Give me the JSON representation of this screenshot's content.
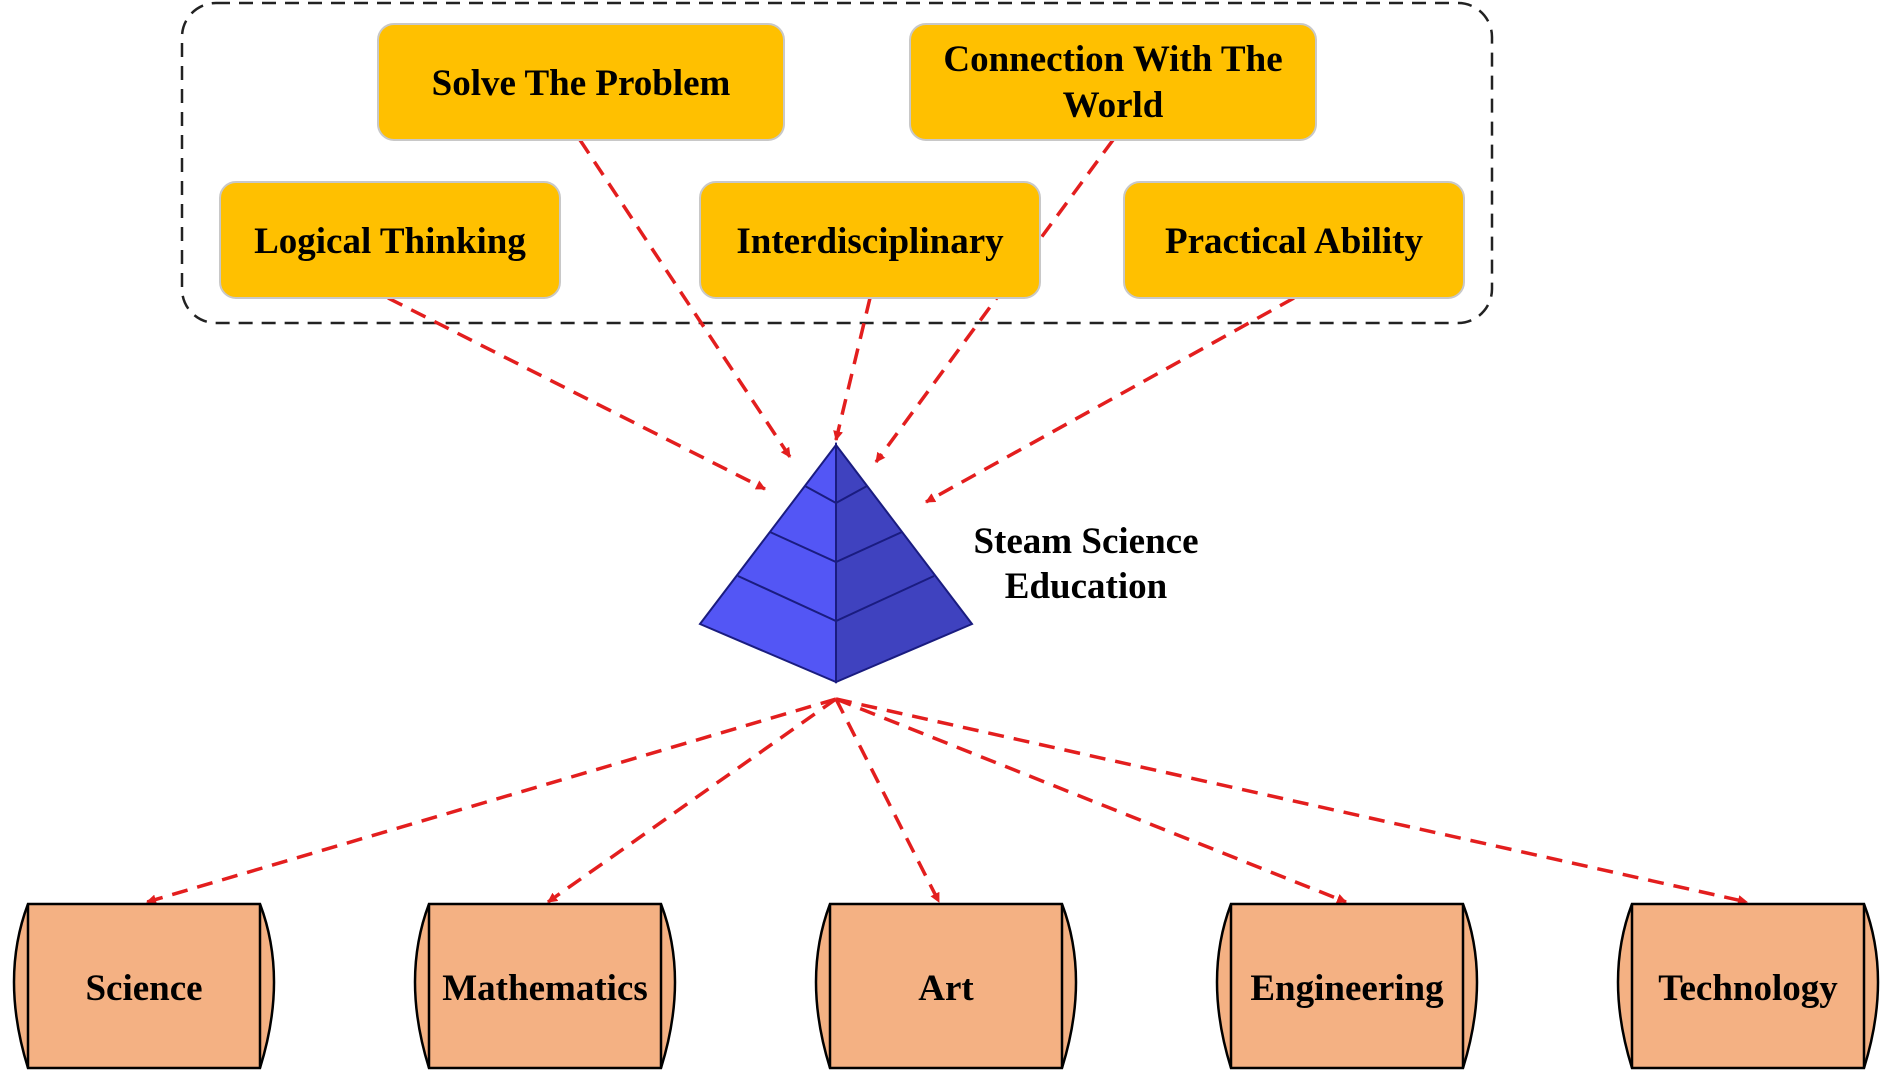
{
  "skills": [
    {
      "id": "solve",
      "label_lines": [
        "Solve The Problem"
      ]
    },
    {
      "id": "connection",
      "label_lines": [
        "Connection With The",
        "World"
      ]
    },
    {
      "id": "logical",
      "label_lines": [
        "Logical Thinking"
      ]
    },
    {
      "id": "interdisciplinary",
      "label_lines": [
        "Interdisciplinary"
      ]
    },
    {
      "id": "practical",
      "label_lines": [
        "Practical Ability"
      ]
    }
  ],
  "center": {
    "label_lines": [
      "Steam Science",
      "Education"
    ]
  },
  "subjects": [
    {
      "id": "science",
      "label": "Science"
    },
    {
      "id": "mathematics",
      "label": "Mathematics"
    },
    {
      "id": "art",
      "label": "Art"
    },
    {
      "id": "engineering",
      "label": "Engineering"
    },
    {
      "id": "technology",
      "label": "Technology"
    }
  ],
  "colors": {
    "skill_fill": "#FFC000",
    "skill_stroke": "#C8C8C8",
    "subject_fill": "#F4B183",
    "subject_stroke": "#000000",
    "arrow": "#E31E1E",
    "pyramid_light": "#5356F5",
    "pyramid_dark": "#3F42BF",
    "pyramid_stroke": "#1A1C80",
    "group_border": "#222222"
  }
}
